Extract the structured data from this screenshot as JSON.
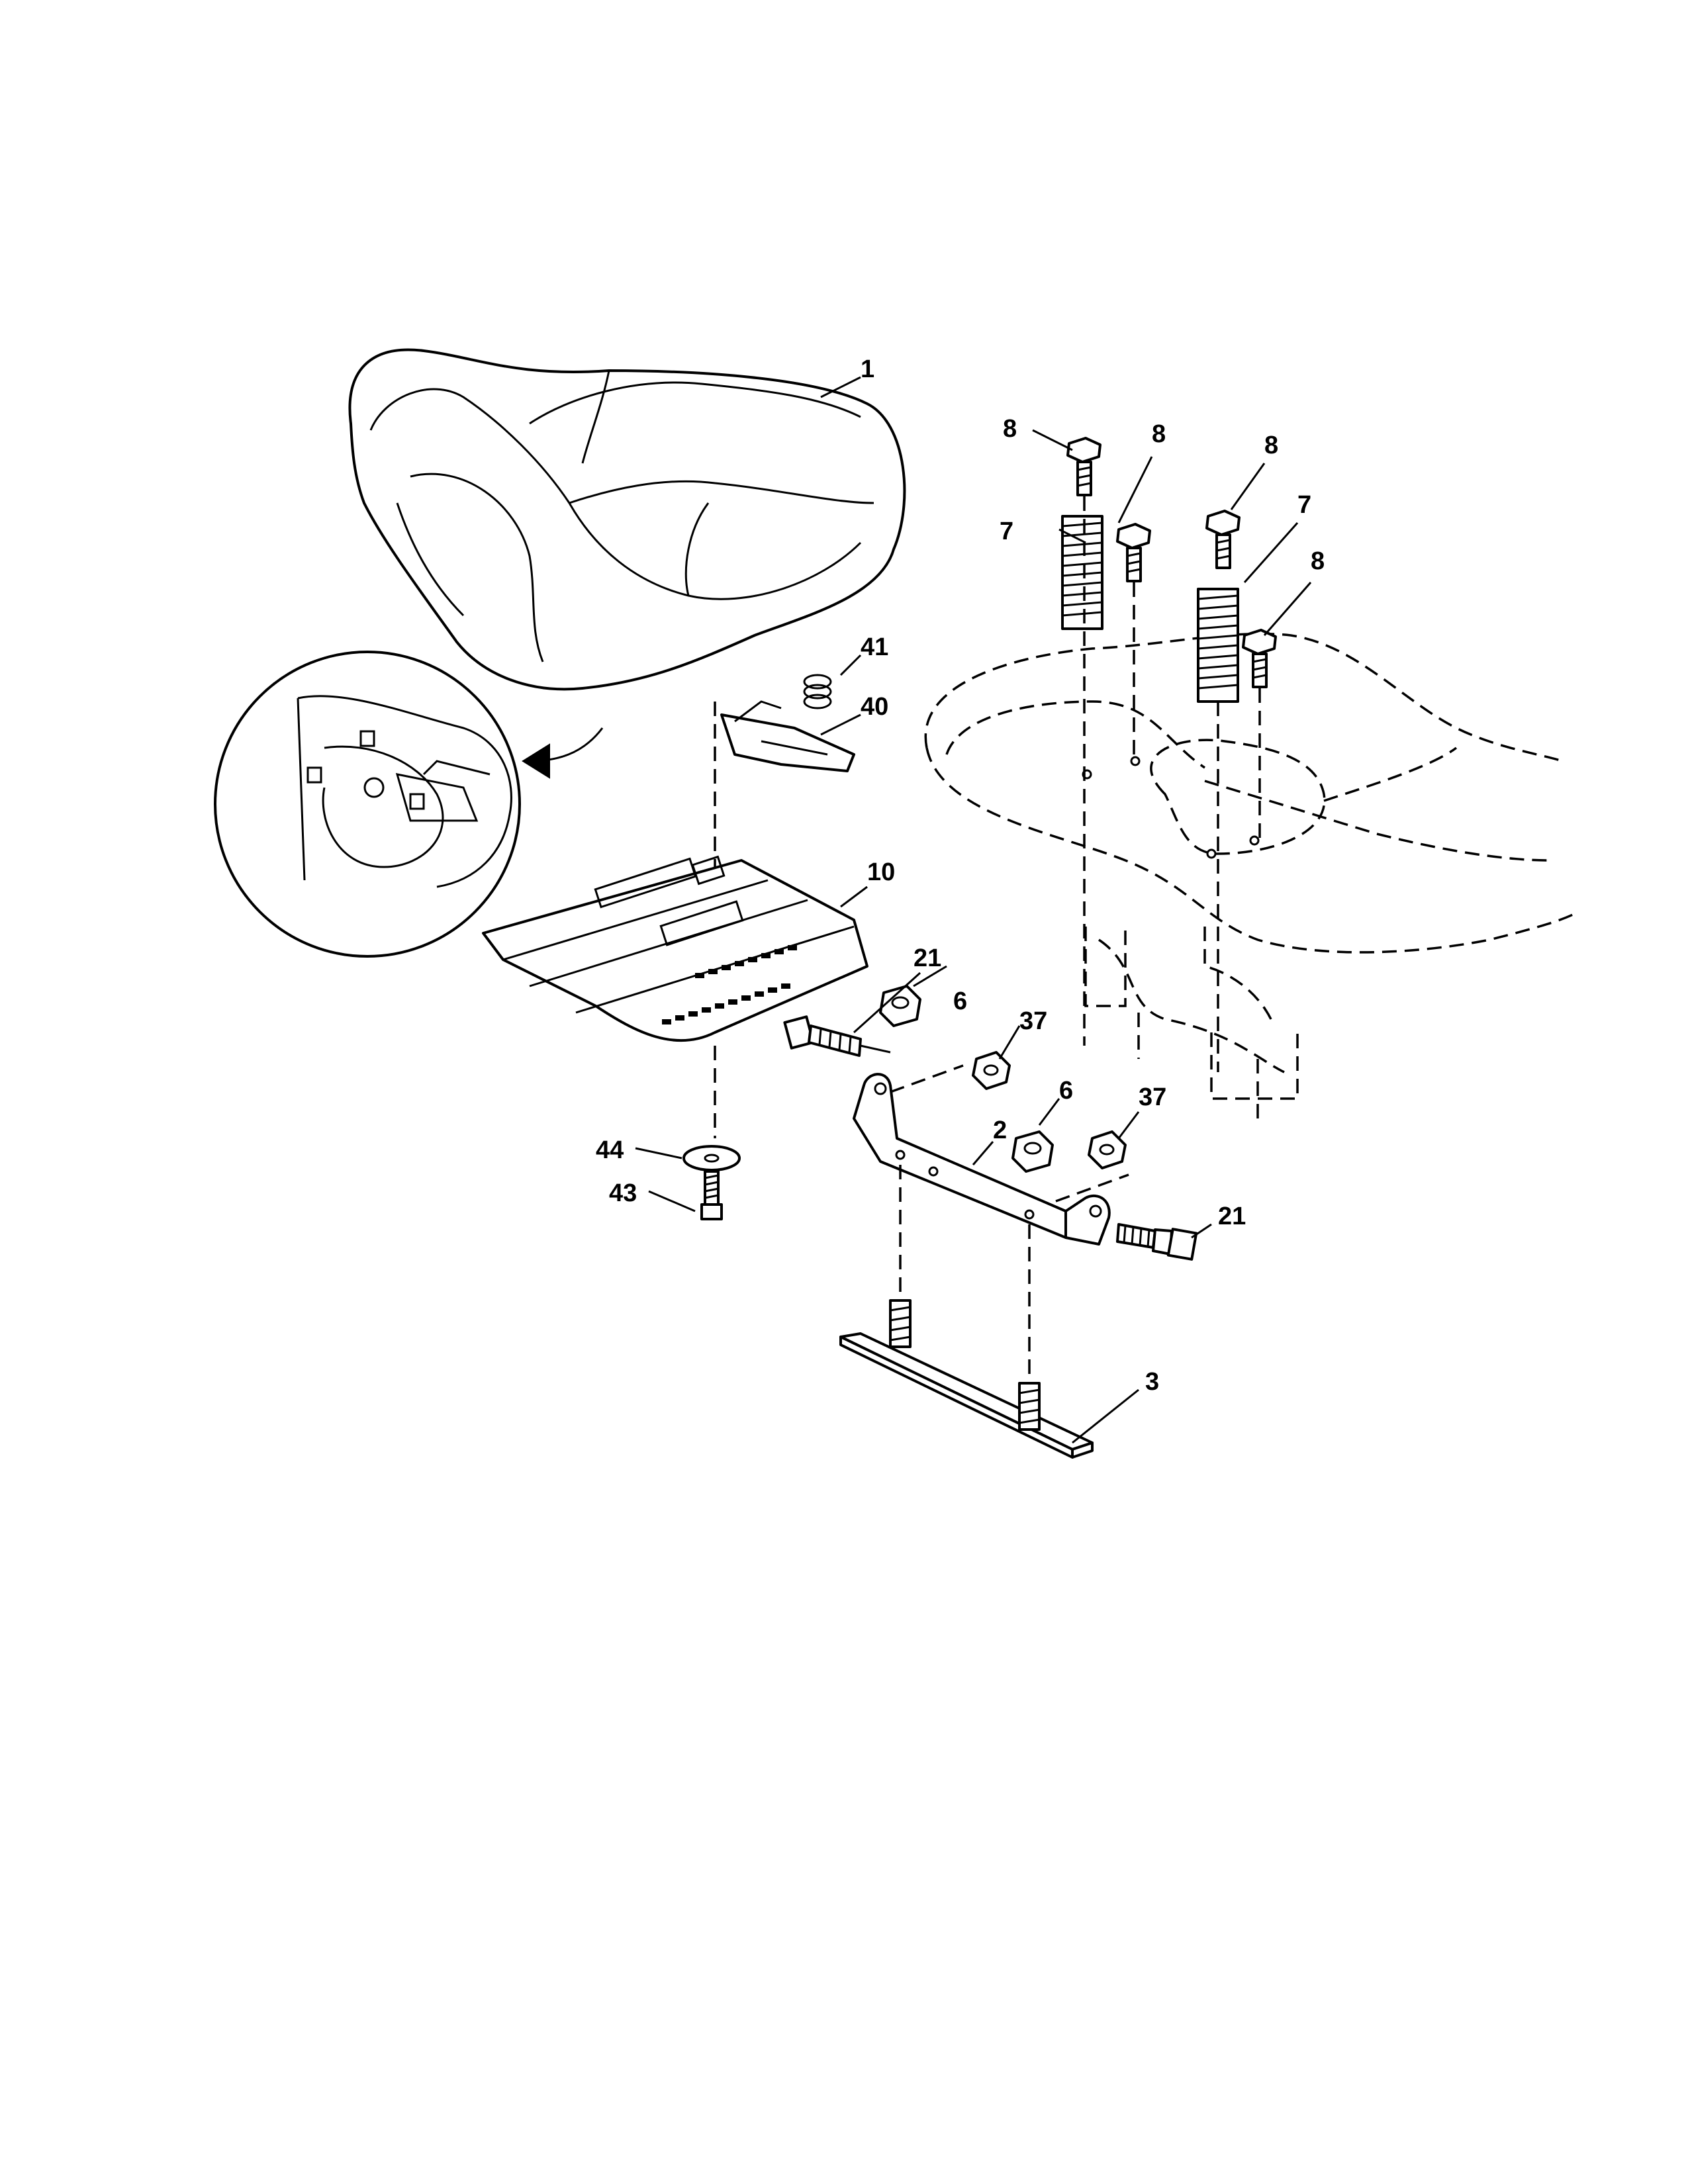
{
  "labels": {
    "seat": "1",
    "bracket": "2",
    "base_plate": "3",
    "nut_left": "6",
    "nut_right": "6",
    "spring_left": "7",
    "spring_right": "7",
    "bolt_a": "8",
    "bolt_b": "8",
    "bolt_c": "8",
    "bolt_d": "8",
    "seat_pan": "10",
    "shoulder_bolt_left": "21",
    "shoulder_bolt_right": "21",
    "locknut_left": "37",
    "locknut_right": "37",
    "switch_bracket": "40",
    "seat_spring": "41",
    "screw": "43",
    "washer": "44"
  }
}
